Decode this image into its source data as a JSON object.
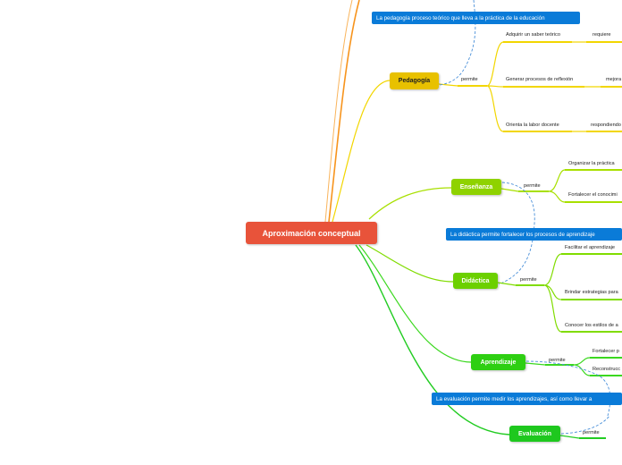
{
  "root": {
    "label": "Aproximación conceptual",
    "color": "#e8533a"
  },
  "branches": {
    "pedagogia": {
      "label": "Pedagogía",
      "color": "#e8c100",
      "link_label": "permite",
      "note": "La pedagogía proceso teórico que lleva a la práctica de la educación",
      "children": [
        {
          "label": "Adquirir un saber teórico",
          "link": "requiere"
        },
        {
          "label": "Generar procesos de reflexión",
          "link": "mejora"
        },
        {
          "label": "Orienta la labor docente",
          "link": "respondiendo"
        }
      ]
    },
    "ensenanza": {
      "label": "Enseñanza",
      "color": "#8fd200",
      "link_label": "permite",
      "children": [
        {
          "label": "Organizar la práctica"
        },
        {
          "label": "Fortalecer el conocimi"
        }
      ]
    },
    "didactica": {
      "label": "Didáctica",
      "color": "#6cd000",
      "link_label": "permite",
      "note": "La didáctica permite fortalecer los procesos de aprendizaje",
      "children": [
        {
          "label": "Facilitar el aprendizaje"
        },
        {
          "label": "Brindar estrategias para"
        },
        {
          "label": "Conocer los estilos de a"
        }
      ]
    },
    "aprendizaje": {
      "label": "Aprendizaje",
      "color": "#2ecf12",
      "link_label": "permite",
      "children": [
        {
          "label": "Fortalecer p"
        },
        {
          "label": "Reconstrucc"
        }
      ]
    },
    "evaluacion": {
      "label": "Evaluación",
      "color": "#1ec81e",
      "link_label": "permite",
      "note": "La evaluación permite medir los aprendizajes, así como llevar a"
    }
  },
  "colors": {
    "orange_branch": "#f7941d",
    "note_blue": "#0a7bd8",
    "dashed_link": "#4a90d9"
  }
}
